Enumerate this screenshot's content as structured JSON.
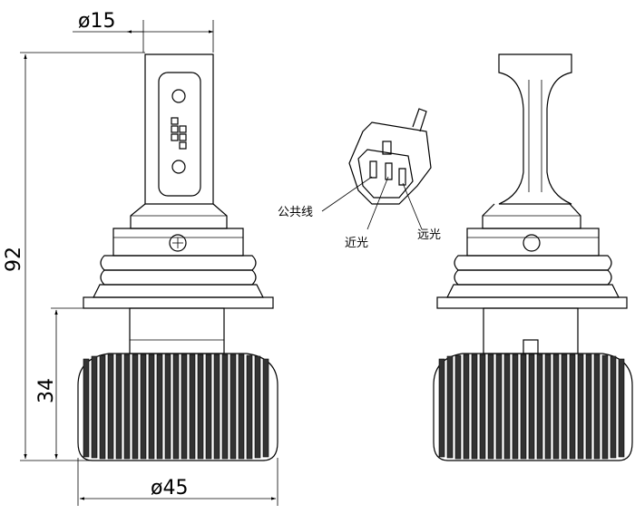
{
  "dimensions": {
    "top_width": "ø15",
    "total_height": "92",
    "heatsink_height": "34",
    "bottom_width": "ø45"
  },
  "connector_labels": {
    "common": "公共线",
    "low_beam": "近光",
    "high_beam": "远光"
  }
}
